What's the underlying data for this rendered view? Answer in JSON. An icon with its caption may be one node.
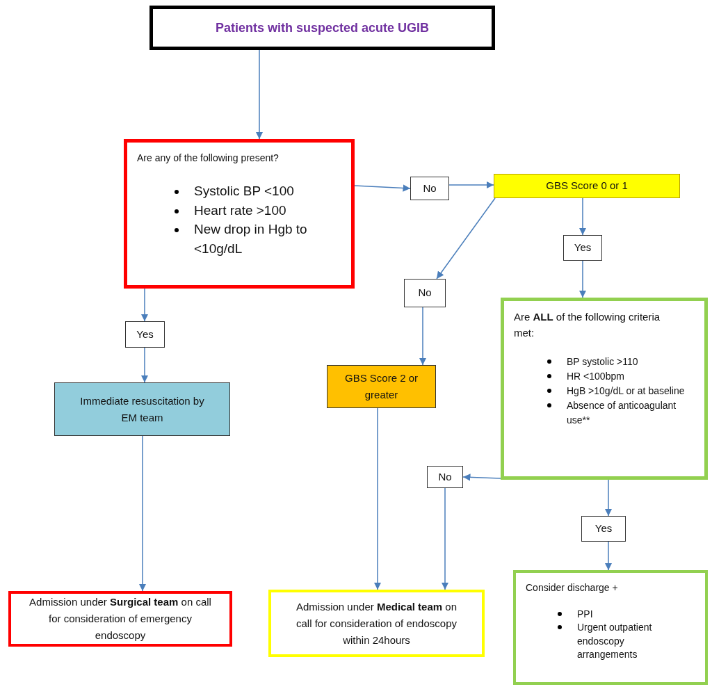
{
  "diagram": {
    "nodes": [
      {
        "text": [
          "Patients with suspected acute UGIB"
        ]
      },
      {
        "text": [
          "Are any of the following present?",
          "Systolic BP <100",
          "Heart rate >100",
          "New drop in Hgb to <10g/dL"
        ]
      },
      {
        "text": [
          "No"
        ]
      },
      {
        "text": [
          "GBS Score 0 or 1"
        ]
      },
      {
        "text": [
          "Yes"
        ]
      },
      {
        "text": [
          "Immediate resuscitation by EM team"
        ]
      },
      {
        "text": [
          "No"
        ]
      },
      {
        "text": [
          "Yes"
        ]
      },
      {
        "text": [
          "GBS Score 2 or greater"
        ]
      },
      {
        "text": [
          "Are **ALL** of the following criteria met:",
          "BP systolic >110",
          "HR <100bpm",
          "HgB >10g/dL or at baseline",
          "Absence of anticoagulant use**"
        ]
      },
      {
        "text": [
          "No"
        ]
      },
      {
        "text": [
          "Yes"
        ]
      },
      {
        "text": [
          "Admission under **Surgical team** on call for consideration of emergency endoscopy"
        ]
      },
      {
        "text": [
          "Admission under **Medical team** on call for consideration of endoscopy within 24hours"
        ]
      },
      {
        "text": [
          "Consider discharge +",
          "PPI",
          "Urgent outpatient endoscopy arrangements"
        ]
      }
    ],
    "edges": [
      {
        "from": 0,
        "to": 1,
        "arrow": "to"
      },
      {
        "from": 1,
        "to": 2,
        "arrow": "to"
      },
      {
        "from": 2,
        "to": 3,
        "arrow": "to"
      },
      {
        "from": 3,
        "to": 6,
        "arrow": "to"
      },
      {
        "from": 3,
        "to": 7,
        "arrow": "to"
      },
      {
        "from": 7,
        "to": 9,
        "arrow": "to"
      },
      {
        "from": 1,
        "to": 4,
        "arrow": "to"
      },
      {
        "from": 4,
        "to": 5,
        "arrow": "to"
      },
      {
        "from": 6,
        "to": 8,
        "arrow": "to"
      },
      {
        "from": 9,
        "to": 10,
        "arrow": "to"
      },
      {
        "from": 9,
        "to": 11,
        "arrow": "to"
      },
      {
        "from": 11,
        "to": 14,
        "arrow": "to"
      },
      {
        "from": 5,
        "to": 12,
        "arrow": "to"
      },
      {
        "from": 8,
        "to": 13,
        "arrow": "to"
      },
      {
        "from": 10,
        "to": 13,
        "arrow": "to"
      }
    ]
  }
}
